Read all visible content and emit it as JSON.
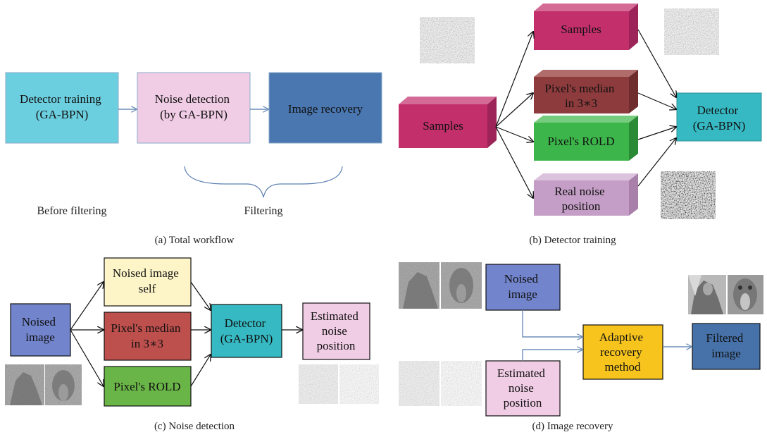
{
  "colors": {
    "cyan_box": "#6ccfdf",
    "pink_box": "#f1cde5",
    "steel_blue_box": "#4a77b0",
    "magenta_box": "#c22f6b",
    "brick_box": "#8d3b3c",
    "green_box": "#3cb54a",
    "lilac_box": "#c49ec6",
    "teal_box": "#36b9c3",
    "lavender_blue_box": "#7184cc",
    "cream_box": "#fdf4c8",
    "red_box": "#bd4f4d",
    "lime_box": "#6ab547",
    "gold_box": "#f7c41e",
    "navy_box": "#4671a9"
  },
  "panel_a": {
    "box_training": [
      "Detector training",
      "(GA-BPN)"
    ],
    "box_detection": [
      "Noise detection",
      "(by GA-BPN)"
    ],
    "box_recovery": "Image recovery",
    "label_before": "Before filtering",
    "label_filtering": "Filtering",
    "caption": "(a)  Total workflow"
  },
  "panel_b": {
    "samples_left": "Samples",
    "samples_top": "Samples",
    "median": [
      "Pixel's median",
      "in 3∗3"
    ],
    "rold": "Pixel's ROLD",
    "real_noise": [
      "Real noise",
      "position"
    ],
    "detector": [
      "Detector",
      "(GA-BPN)"
    ],
    "caption": "(b)  Detector training"
  },
  "panel_c": {
    "noised_image": [
      "Noised",
      "image"
    ],
    "self": [
      "Noised image",
      "self"
    ],
    "median": [
      "Pixel's median",
      "in 3∗3"
    ],
    "rold": "Pixel's ROLD",
    "detector": [
      "Detector",
      "(GA-BPN)"
    ],
    "estimated": [
      "Estimated",
      "noise",
      "position"
    ],
    "caption": "(c)  Noise detection"
  },
  "panel_d": {
    "noised_image": [
      "Noised",
      "image"
    ],
    "estimated": [
      "Estimated",
      "noise",
      "position"
    ],
    "adaptive": [
      "Adaptive",
      "recovery",
      "method"
    ],
    "filtered": [
      "Filtered",
      "image"
    ],
    "caption": "(d)  Image recovery"
  },
  "thumbnails": {
    "b_noise_1": "noise-image",
    "b_noise_2": "noise-image",
    "b_noise_3": "dark-noise-image",
    "c_lena_noised": "lena-image",
    "c_baboon_noised": "baboon-image",
    "c_noise_1": "noise-image",
    "c_noise_2": "noise-image",
    "d_lena_noised": "lena-image",
    "d_baboon_noised": "baboon-image",
    "d_noise_1": "noise-image",
    "d_noise_2": "noise-image",
    "d_lena_filtered": "lena-image",
    "d_baboon_filtered": "baboon-image"
  }
}
